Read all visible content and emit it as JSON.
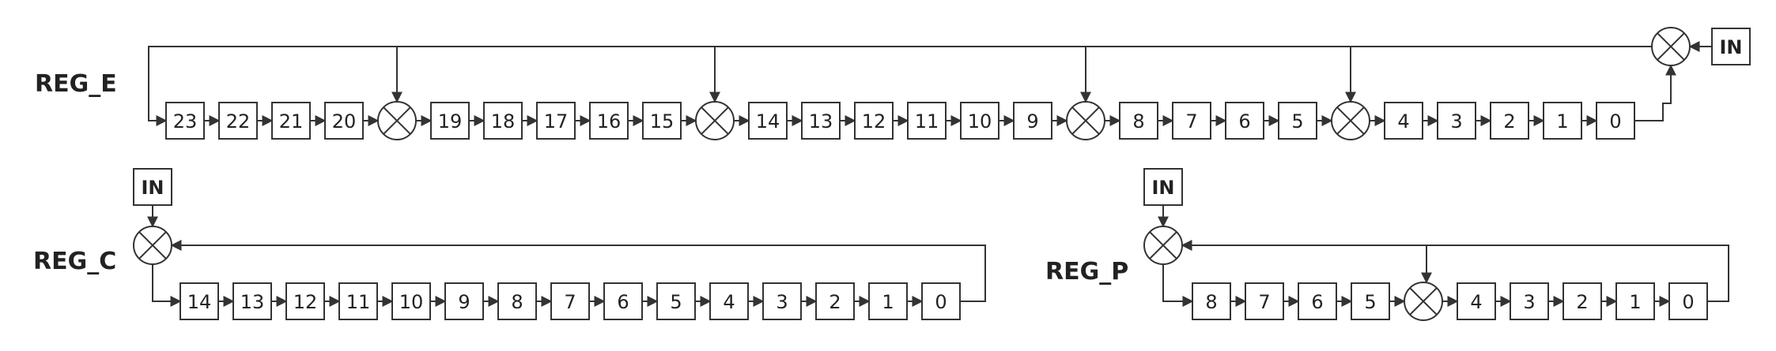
{
  "colors": {
    "stroke": "#333333",
    "text": "#222222",
    "background": "#ffffff"
  },
  "registers": [
    {
      "id": "reg-e",
      "label": "REG_E",
      "input_label": "IN",
      "sequence": [
        "23",
        "22",
        "21",
        "20",
        "X",
        "19",
        "18",
        "17",
        "16",
        "15",
        "X",
        "14",
        "13",
        "12",
        "11",
        "10",
        "9",
        "X",
        "8",
        "7",
        "6",
        "5",
        "X",
        "4",
        "3",
        "2",
        "1",
        "0"
      ]
    },
    {
      "id": "reg-c",
      "label": "REG_C",
      "input_label": "IN",
      "sequence": [
        "14",
        "13",
        "12",
        "11",
        "10",
        "9",
        "8",
        "7",
        "6",
        "5",
        "4",
        "3",
        "2",
        "1",
        "0"
      ]
    },
    {
      "id": "reg-p",
      "label": "REG_P",
      "input_label": "IN",
      "sequence": [
        "8",
        "7",
        "6",
        "5",
        "X",
        "4",
        "3",
        "2",
        "1",
        "0"
      ]
    }
  ]
}
